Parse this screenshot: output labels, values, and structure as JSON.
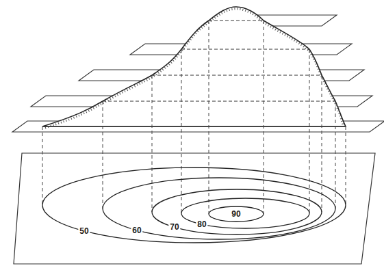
{
  "diagram": {
    "labels": [
      "50",
      "60",
      "70",
      "80",
      "90"
    ]
  }
}
